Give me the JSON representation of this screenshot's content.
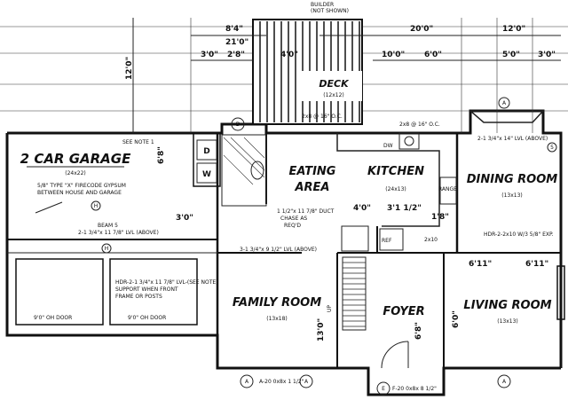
{
  "rooms": {
    "garage": {
      "name": "2 CAR GARAGE",
      "size": "(24x22)"
    },
    "eating": {
      "line1": "EATING",
      "line2": "AREA"
    },
    "kitchen": {
      "name": "KITCHEN",
      "size": "(24x13)"
    },
    "dining": {
      "name": "DINING ROOM",
      "size": "(13x13)"
    },
    "family": {
      "name": "FAMILY ROOM",
      "size": "(13x18)"
    },
    "foyer": {
      "name": "FOYER"
    },
    "living": {
      "name": "LIVING ROOM",
      "size": "(13x13)"
    },
    "deck": {
      "name": "DECK",
      "size": "(12x12)"
    }
  },
  "notes": {
    "builder": [
      "BUILDER",
      "(NOT SHOWN)"
    ],
    "see_note": "SEE NOTE 1",
    "firecode": [
      "5/8\" TYPE \"X\" FIRECODE GYPSUM",
      "BETWEEN HOUSE AND GARAGE"
    ],
    "beam": [
      "BEAM 5",
      "2-1 3/4\"x 11 7/8\" LVL (ABOVE)"
    ],
    "hdr_garage": [
      "HDR-2-1 3/4\"x 11 7/8\" LVL-(SEE NOTE)",
      "SUPPORT WHEN FRONT",
      "FRAME OR POSTS"
    ],
    "door_left": "9'0\" OH DOOR",
    "door_right": "9'0\" OH DOOR",
    "family_beam": "3-1 3/4\"x 9 1/2\" LVL (ABOVE)",
    "dining_hdr": "2-1 3/4\"x 14\" LVL (ABOVE)",
    "living_hdr": "HDR-2-2x10 W/3 5/8\" EXP.",
    "deck_joists": "2x8 @ 16\" O.C.",
    "dw": "DW",
    "range": "RANGE",
    "ref": "REF",
    "pantry": "2x10",
    "duct": [
      "1 1/2\"x 11 7/8\" DUCT",
      "CHASE AS",
      "REQ'D"
    ],
    "bottom_a": "A-20 0x8x 1 1/2\"",
    "bottom_b": "F-20 0x8x 8 1/2\""
  },
  "dimensions": {
    "top": [
      "8'4\"",
      "21'0\"",
      "20'0\"",
      "12'0\""
    ],
    "top2": [
      "3'0\"",
      "2'8\"",
      "4'0\"",
      "10'0\"",
      "6'0\"",
      "5'0\"",
      "3'0\""
    ],
    "left": [
      "12'0\"",
      "6'8\"",
      "3'0\""
    ],
    "interior": [
      "4'0\"",
      "3'1 1/2\"",
      "1'8\"",
      "6'11\"",
      "6'11\"",
      "13'0\"",
      "6'8\"",
      "6'0\""
    ]
  },
  "labels": {
    "d": "D",
    "w": "W",
    "h": "H",
    "a": "A",
    "b": "B",
    "e": "E",
    "five": "5",
    "up": "UP"
  }
}
